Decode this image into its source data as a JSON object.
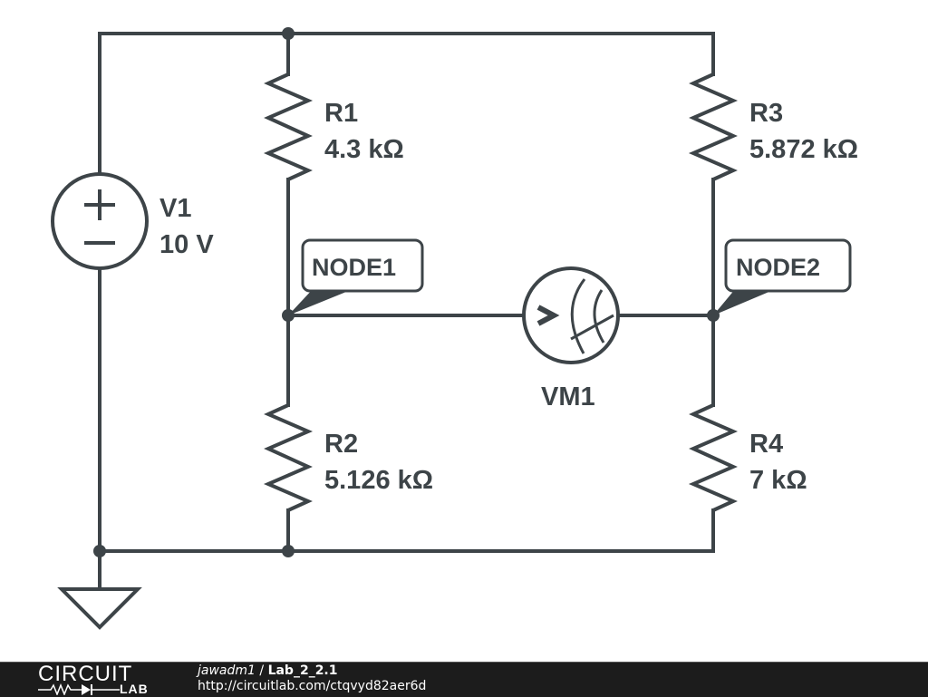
{
  "circuit": {
    "components": {
      "V1": {
        "name": "V1",
        "value": "10 V",
        "type": "voltage-source"
      },
      "R1": {
        "name": "R1",
        "value": "4.3 kΩ",
        "type": "resistor"
      },
      "R2": {
        "name": "R2",
        "value": "5.126 kΩ",
        "type": "resistor"
      },
      "R3": {
        "name": "R3",
        "value": "5.872 kΩ",
        "type": "resistor"
      },
      "R4": {
        "name": "R4",
        "value": "7 kΩ",
        "type": "resistor"
      },
      "VM1": {
        "name": "VM1",
        "type": "voltmeter"
      }
    },
    "nodes": {
      "node1": "NODE1",
      "node2": "NODE2"
    },
    "symbols": {
      "plus": "+",
      "minus": "−",
      "voltmeter_glyph": ">"
    }
  },
  "footer": {
    "logo_top": "CIRCUIT",
    "logo_bottom": "LAB",
    "author": "jawadm1",
    "separator": " / ",
    "project": "Lab_2_2.1",
    "url": "http://circuitlab.com/ctqvyd82aer6d"
  },
  "colors": {
    "ink": "#3d4448",
    "footer_bg": "#1c1c1c"
  }
}
